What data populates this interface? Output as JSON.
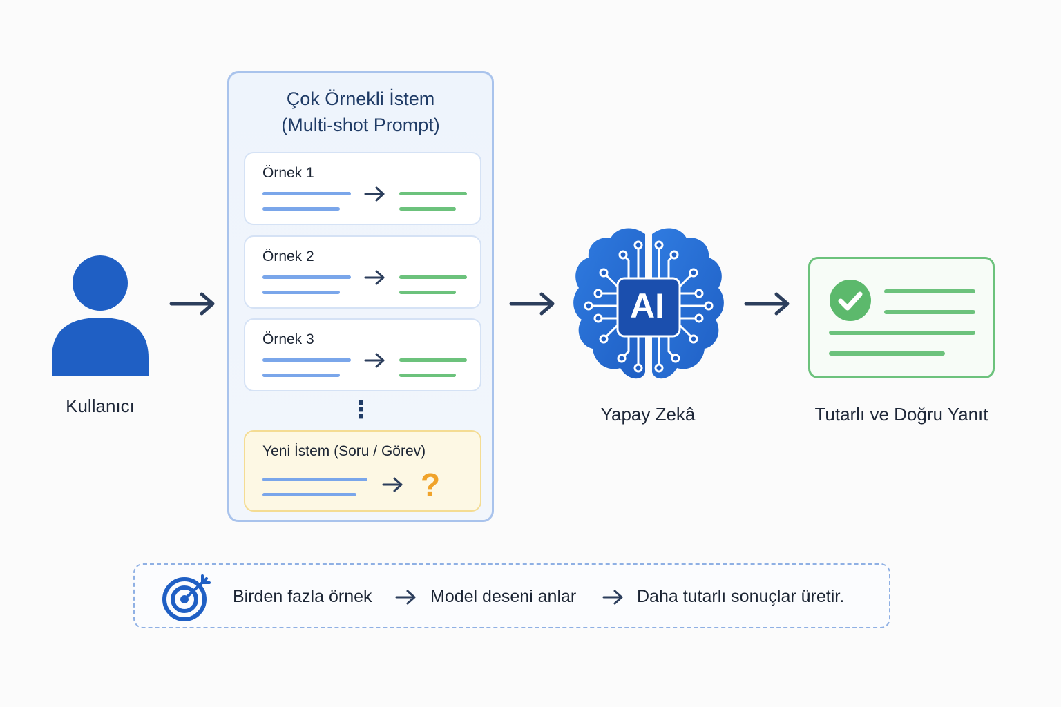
{
  "user": {
    "label": "Kullanıcı",
    "icon": "person-icon"
  },
  "prompt_panel": {
    "title_line1": "Çok Örnekli İstem",
    "title_line2": "(Multi-shot Prompt)",
    "examples": [
      {
        "label": "Örnek 1"
      },
      {
        "label": "Örnek 2"
      },
      {
        "label": "Örnek 3"
      }
    ],
    "ellipsis": "⋮",
    "new_prompt": {
      "label": "Yeni İstem (Soru / Görev)",
      "unknown_mark": "?"
    }
  },
  "ai": {
    "label": "Yapay Zekâ",
    "chip_text": "AI",
    "icon": "brain-icon"
  },
  "response": {
    "label": "Tutarlı ve Doğru Yanıt",
    "icon": "check-circle-icon"
  },
  "summary": {
    "icon": "target-icon",
    "step1": "Birden fazla örnek",
    "step2": "Model deseni anlar",
    "step3": "Daha tutarlı sonuçlar üretir."
  },
  "colors": {
    "primary_blue": "#1f5fc4",
    "input_line_blue": "#7aa6ea",
    "output_line_green": "#6cc27c",
    "question_orange": "#f0a32a",
    "arrow_navy": "#2c3e5c"
  }
}
